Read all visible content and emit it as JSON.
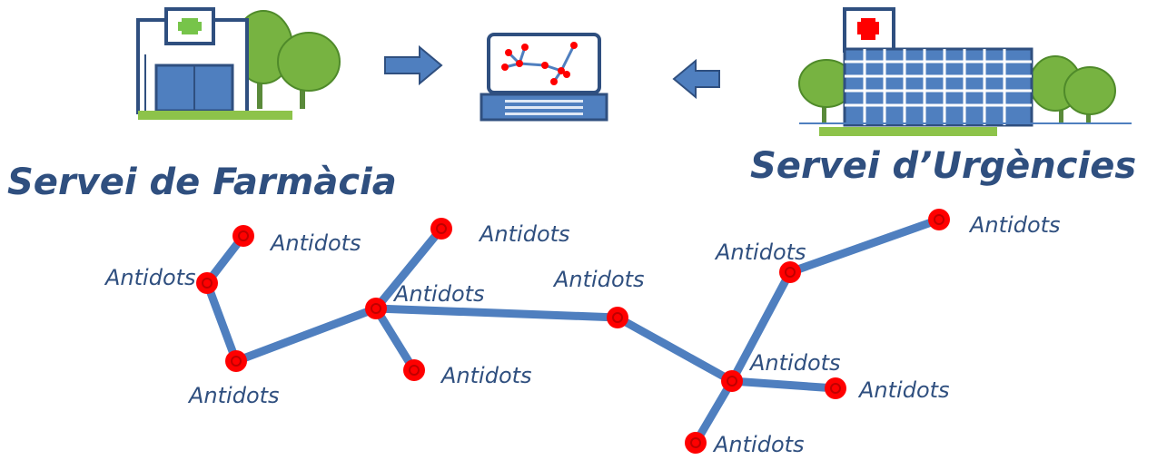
{
  "titles": {
    "pharmacy": "Servei de Farmàcia",
    "emergency": "Servei d’Urgències"
  },
  "icons": {
    "pharmacy_building": "pharmacy-building-icon",
    "emergency_building": "hospital-building-icon",
    "laptop": "laptop-network-icon",
    "arrow_right": "arrow-right-icon",
    "arrow_left": "arrow-left-icon"
  },
  "colors": {
    "blue": "#2f4f7f",
    "edge": "#4f7fbf",
    "node": "#ff0000",
    "green": "#77b341",
    "pharmacy_cross": "#77c44a",
    "hospital_cross": "#ff0000"
  },
  "graph": {
    "nodes": [
      {
        "id": "n1",
        "label": "Antidots"
      },
      {
        "id": "n2",
        "label": "Antidots"
      },
      {
        "id": "n3",
        "label": "Antidots"
      },
      {
        "id": "n4",
        "label": "Antidots"
      },
      {
        "id": "n5",
        "label": "Antidots"
      },
      {
        "id": "n6",
        "label": "Antidots"
      },
      {
        "id": "n7",
        "label": "Antidots"
      },
      {
        "id": "n8",
        "label": "Antidots"
      },
      {
        "id": "n9",
        "label": "Antidots"
      },
      {
        "id": "n10",
        "label": "Antidots"
      },
      {
        "id": "n11",
        "label": "Antidots"
      },
      {
        "id": "n12",
        "label": "Antidots"
      }
    ],
    "edges": [
      [
        "n1",
        "n2"
      ],
      [
        "n2",
        "n3"
      ],
      [
        "n3",
        "n4"
      ],
      [
        "n4",
        "n5"
      ],
      [
        "n4",
        "n6"
      ],
      [
        "n4",
        "n7"
      ],
      [
        "n7",
        "n8"
      ],
      [
        "n8",
        "n9"
      ],
      [
        "n8",
        "n10"
      ],
      [
        "n8",
        "n11"
      ],
      [
        "n11",
        "n12"
      ]
    ]
  }
}
